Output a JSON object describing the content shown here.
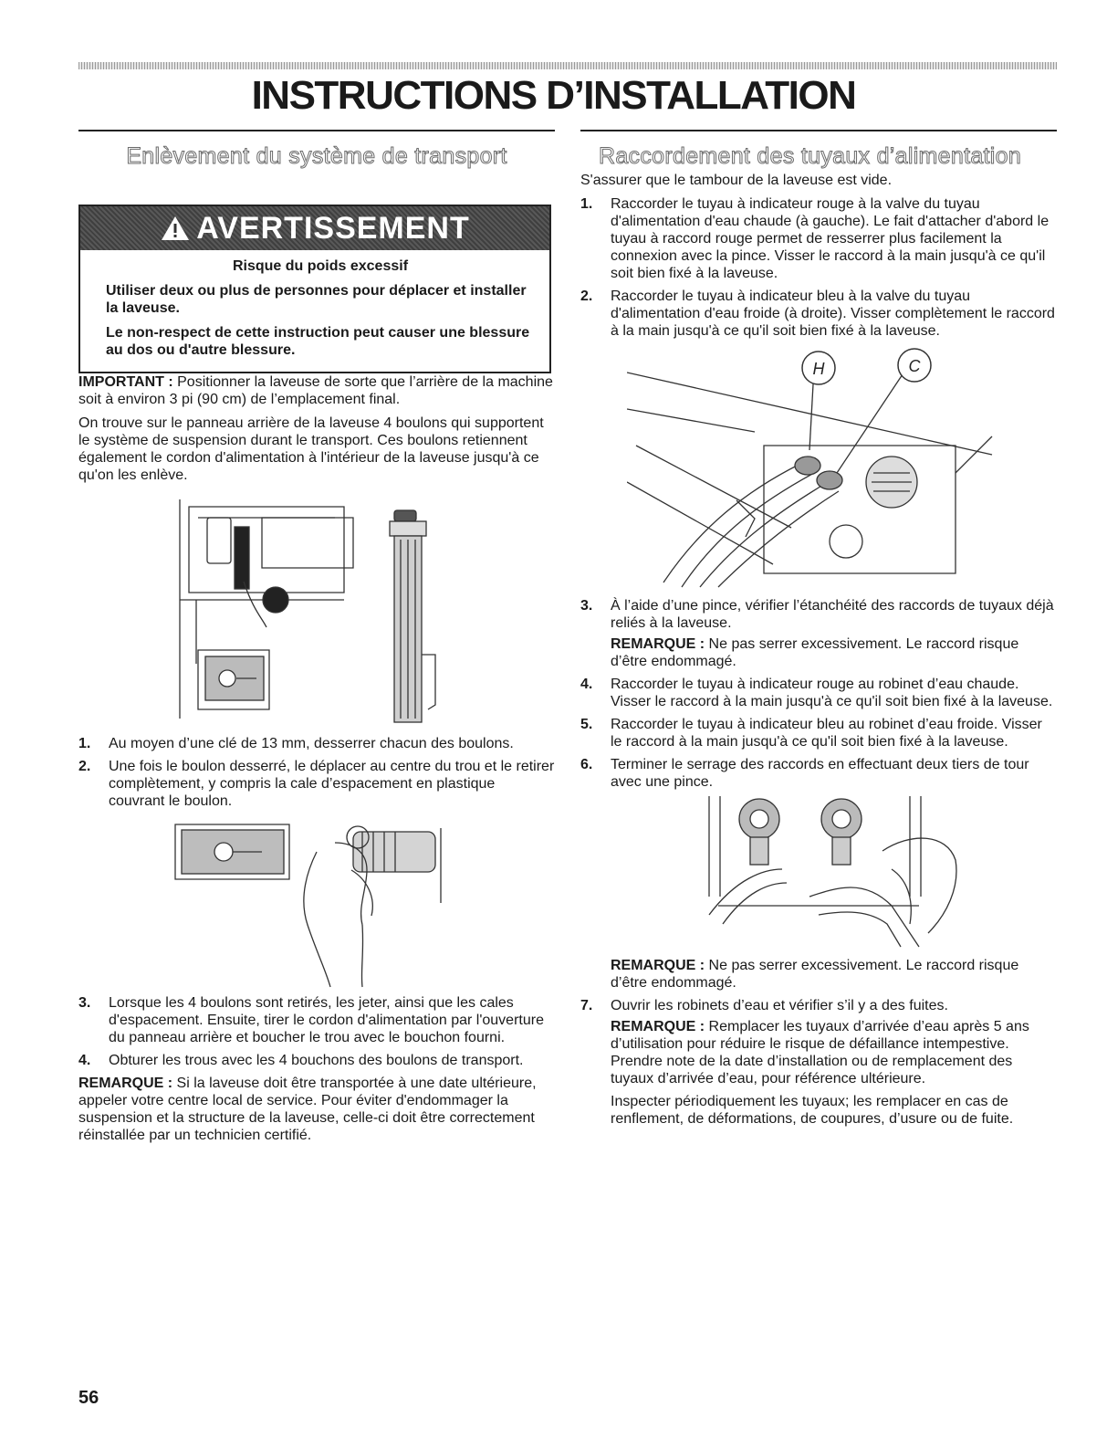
{
  "page_title": "INSTRUCTIONS D’INSTALLATION",
  "page_number": "56",
  "left": {
    "section_title": "Enlèvement du système de transport",
    "warning": {
      "label": "AVERTISSEMENT",
      "hazard": "Risque du poids excessif",
      "line1": "Utiliser deux ou plus de personnes pour déplacer et installer la laveuse.",
      "line2": "Le non-respect de cette instruction peut causer une blessure au dos ou d'autre blessure."
    },
    "important_label": "IMPORTANT :",
    "important_text": " Positionner la laveuse de sorte que l’arrière de la machine soit à environ 3 pi (90 cm) de l’emplacement final.",
    "para2": "On trouve sur le panneau arrière de la laveuse 4 boulons qui supportent le système de suspension durant le transport. Ces boulons retiennent également le cordon d'alimentation à l'intérieur de la laveuse jusqu'à ce qu'on les enlève.",
    "steps_a": [
      {
        "num": "1.",
        "text": "Au moyen d’une clé de 13 mm, desserrer chacun des boulons."
      },
      {
        "num": "2.",
        "text": "Une fois le boulon desserré, le déplacer au centre du trou et le retirer complètement, y compris la cale d’espacement en plastique couvrant le boulon."
      }
    ],
    "steps_b": [
      {
        "num": "3.",
        "text": "Lorsque les 4 boulons sont retirés, les jeter, ainsi que les cales d'espacement. Ensuite, tirer le cordon d'alimentation par l'ouverture du panneau arrière et boucher le trou avec le bouchon fourni."
      },
      {
        "num": "4.",
        "text": "Obturer les trous avec les 4 bouchons des boulons de transport."
      }
    ],
    "note_label": "REMARQUE :",
    "note_text": " Si la laveuse doit être transportée à une date ultérieure, appeler votre centre local de service. Pour éviter d'endommager la suspension et la structure de la laveuse, celle-ci doit être correctement réinstallée par un technicien certifié."
  },
  "right": {
    "section_title": "Raccordement des tuyaux d’alimentation",
    "intro": "S'assurer que le tambour de la laveuse est vide.",
    "steps_a": [
      {
        "num": "1.",
        "text": "Raccorder le tuyau à indicateur rouge à la valve du tuyau d'alimentation d'eau chaude (à gauche). Le fait d'attacher d'abord le tuyau à raccord rouge permet de resserrer plus facilement la connexion avec la pince. Visser le raccord à la main jusqu'à ce qu'il soit bien fixé à la laveuse."
      },
      {
        "num": "2.",
        "text": "Raccorder le tuyau à indicateur bleu à la valve du tuyau d'alimentation d'eau froide (à droite). Visser complètement le raccord à la main jusqu'à ce qu'il soit bien fixé à la laveuse."
      }
    ],
    "fig_labels": {
      "hot": "H",
      "cold": "C"
    },
    "step3": {
      "num": "3.",
      "text": "À l’aide d’une pince, vérifier l’étanchéité des raccords de tuyaux déjà reliés à la laveuse."
    },
    "note_label": "REMARQUE :",
    "note1_text": " Ne pas serrer excessivement. Le raccord risque d’être endommagé.",
    "steps_b": [
      {
        "num": "4.",
        "text": "Raccorder le tuyau à indicateur rouge au robinet d’eau chaude. Visser le raccord à la main jusqu'à ce qu'il soit bien fixé à la laveuse."
      },
      {
        "num": "5.",
        "text": "Raccorder le tuyau à indicateur bleu au robinet d’eau froide. Visser le raccord à la main jusqu'à ce qu'il soit bien fixé à la laveuse."
      },
      {
        "num": "6.",
        "text": "Terminer le serrage des raccords en effectuant deux tiers de tour avec une pince."
      }
    ],
    "note2_text": " Ne pas serrer excessivement. Le raccord risque d’être endommagé.",
    "step7": {
      "num": "7.",
      "text": "Ouvrir les robinets d’eau et vérifier s’il y a des fuites."
    },
    "note3_text": " Remplacer les tuyaux d’arrivée d’eau après 5 ans d’utilisation pour réduire le risque de défaillance intempestive. Prendre note de la date d’installation ou de remplacement des tuyaux d’arrivée d’eau, pour référence ultérieure.",
    "final": "Inspecter périodiquement les tuyaux; les remplacer en cas de renflement, de déformations, de coupures, d’usure ou de fuite."
  }
}
